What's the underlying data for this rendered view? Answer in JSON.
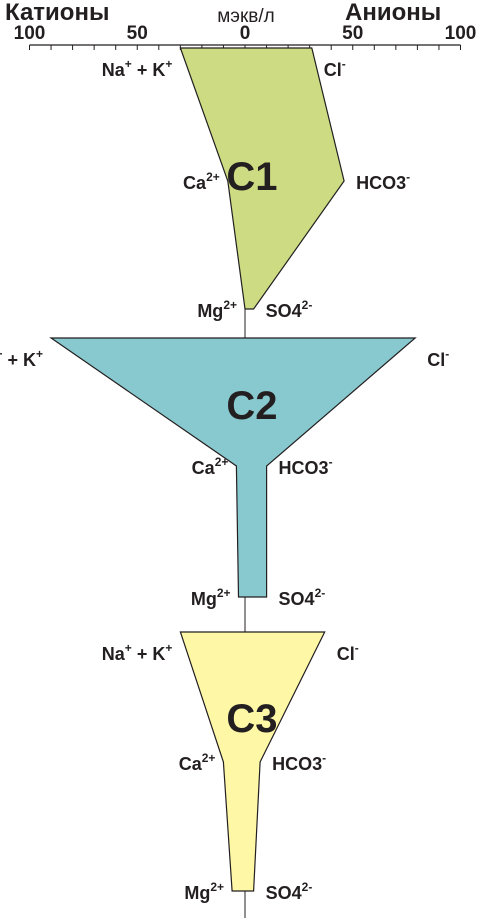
{
  "chart_data": {
    "type": "stiff",
    "x_axis": {
      "left_label": "Катионы",
      "center_label": "мэкв/л",
      "right_label": "Анионы",
      "ticks": [
        100,
        50,
        0,
        50,
        100
      ],
      "range": [
        -100,
        100
      ]
    },
    "cation_labels": [
      {
        "base": "Na",
        "sup": "+",
        "mid": " + K",
        "sup2": "+"
      },
      {
        "base": "Ca",
        "sup": "2+"
      },
      {
        "base": "Mg",
        "sup": "2+"
      }
    ],
    "anion_labels": [
      {
        "base": "Cl",
        "sup": "-"
      },
      {
        "base": "HCO3",
        "sup": "-"
      },
      {
        "base": "SO4",
        "sup": "2-"
      }
    ],
    "series": [
      {
        "name": "C1",
        "color": "#cddc82",
        "cations": [
          30,
          8,
          0
        ],
        "anions": [
          31,
          46,
          4
        ]
      },
      {
        "name": "C2",
        "color": "#88c9cf",
        "cations": [
          90,
          4,
          3
        ],
        "anions": [
          79,
          10,
          10
        ]
      },
      {
        "name": "C3",
        "color": "#fdf7a6",
        "cations": [
          30,
          10,
          6
        ],
        "anions": [
          37,
          7,
          4
        ]
      }
    ]
  }
}
